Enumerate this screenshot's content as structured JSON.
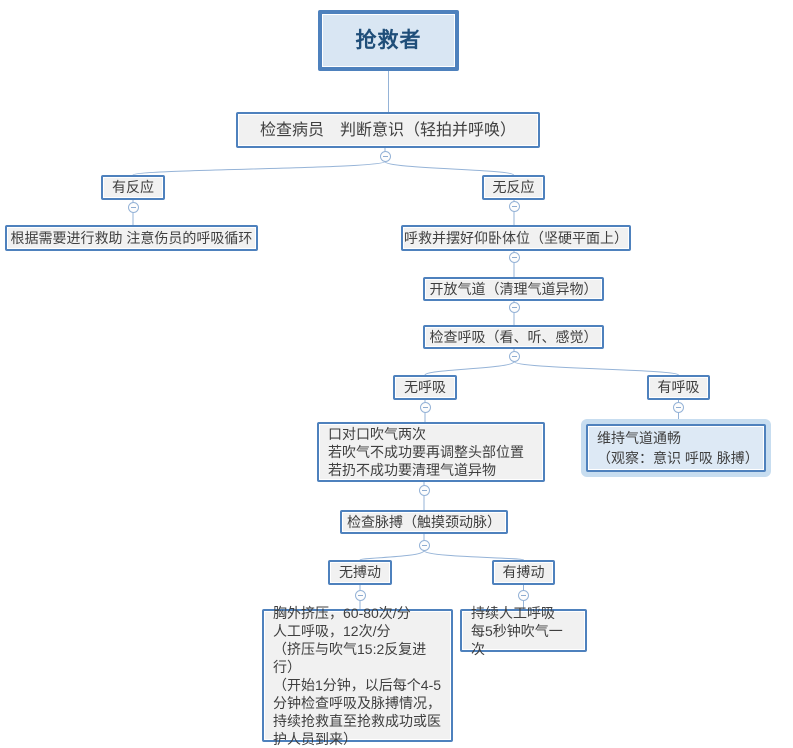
{
  "diagram": {
    "nodes": {
      "root": {
        "label": "抢救者"
      },
      "check_consciousness": {
        "label": "检查病员　判断意识（轻拍并呼唤）"
      },
      "responsive": {
        "label": "有反应"
      },
      "responsive_action": {
        "label": "根据需要进行救助 注意伤员的呼吸循环"
      },
      "unresponsive": {
        "label": "无反应"
      },
      "call_help": {
        "label": "呼救并摆好仰卧体位（坚硬平面上）"
      },
      "open_airway": {
        "label": "开放气道（清理气道异物）"
      },
      "check_breathing": {
        "label": "检查呼吸（看、听、感觉）"
      },
      "no_breathing": {
        "label": "无呼吸"
      },
      "breathing": {
        "label": "有呼吸"
      },
      "mouth_to_mouth": {
        "label": "口对口吹气两次\n若吹气不成功要再调整头部位置\n若扔不成功要清理气道异物"
      },
      "maintain_airway": {
        "label": "维持气道通畅\n（观察：意识 呼吸 脉搏）"
      },
      "check_pulse": {
        "label": "检查脉搏（触摸颈动脉）"
      },
      "no_pulse": {
        "label": "无搏动"
      },
      "pulse": {
        "label": "有搏动"
      },
      "chest_compression": {
        "label": "胸外挤压，60-80次/分\n人工呼吸，12次/分\n（挤压与吹气15:2反复进行）\n（开始1分钟，以后每个4-5\n分钟检查呼吸及脉搏情况，\n持续抢救直至抢救成功或医\n护人员到来）"
      },
      "continue_breathing": {
        "label": "持续人工呼吸\n每5秒钟吹气一次"
      }
    },
    "colors": {
      "node_border": "#4e81bd",
      "node_fill": "#f1f1f1",
      "root_fill": "#d9e6f3",
      "root_text": "#1f4e79",
      "highlight_fill": "#dde9f5",
      "highlight_glow": "#c7ddf0",
      "connector": "#95b3d7",
      "text": "#3f3f3f"
    },
    "icons": {
      "collapse_toggle": "−"
    }
  }
}
